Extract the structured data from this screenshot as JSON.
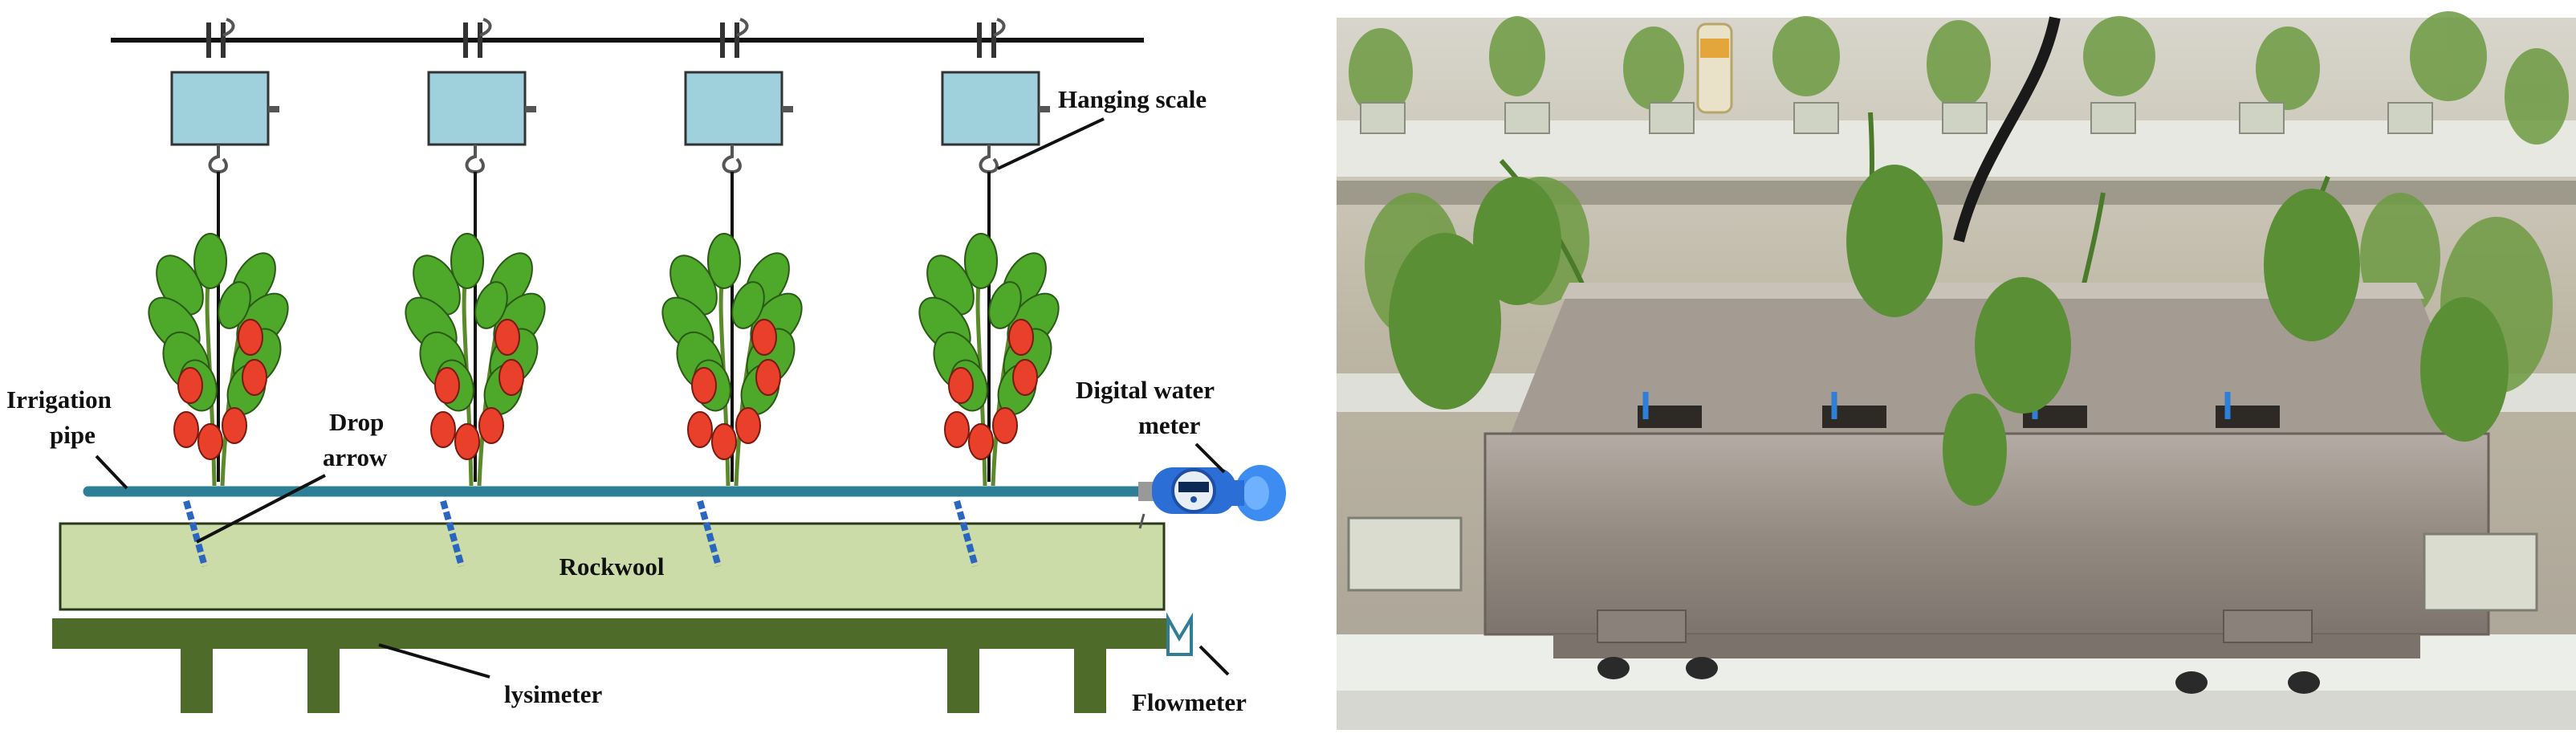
{
  "diagram": {
    "labels": {
      "hanging_scale": "Hanging scale",
      "irrigation_pipe_1": "Irrigation",
      "irrigation_pipe_2": "pipe",
      "drop_arrow_1": "Drop",
      "drop_arrow_2": "arrow",
      "digital_water_meter_1": "Digital water",
      "digital_water_meter_2": "meter",
      "rockwool": "Rockwool",
      "lysimeter": "lysimeter",
      "flowmeter": "Flowmeter"
    },
    "plant_count": 4,
    "colors": {
      "scale_box": "#9ed1dc",
      "pipe": "#2e7f96",
      "rockwool": "#cbdca9",
      "lysimeter": "#4f6b2a",
      "leaf": "#4ea82a",
      "tomato": "#e8402a",
      "dripper": "#2a66c0",
      "meter": "#2b6fd6"
    }
  },
  "photo": {
    "colors": {
      "tray": "#9a9087",
      "tray_dark": "#6e665e",
      "slab": "#e9ebe6",
      "foliage": "#5a8f35",
      "greenhouse_bg": "#c7c2b2"
    }
  }
}
